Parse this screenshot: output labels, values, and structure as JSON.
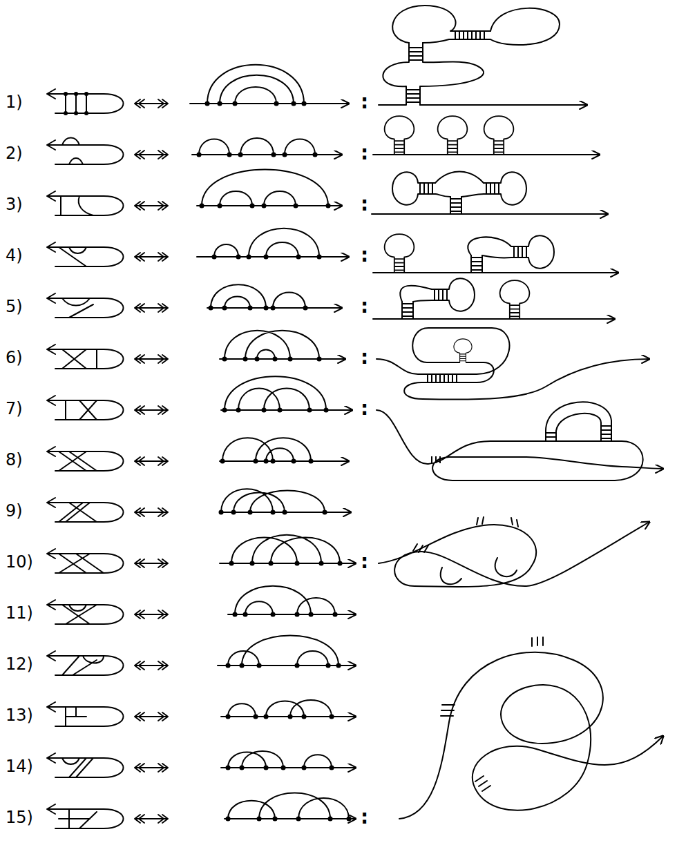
{
  "diagram": {
    "labels": [
      "1)",
      ":",
      "2)",
      ":",
      "3)",
      ":",
      "4)",
      ":",
      "5)",
      ":",
      "6)",
      ":",
      "7)",
      ":",
      "8)",
      "9)",
      "10)",
      ":",
      "11)",
      "12)",
      "13)",
      "14)",
      "15)",
      ":"
    ]
  }
}
